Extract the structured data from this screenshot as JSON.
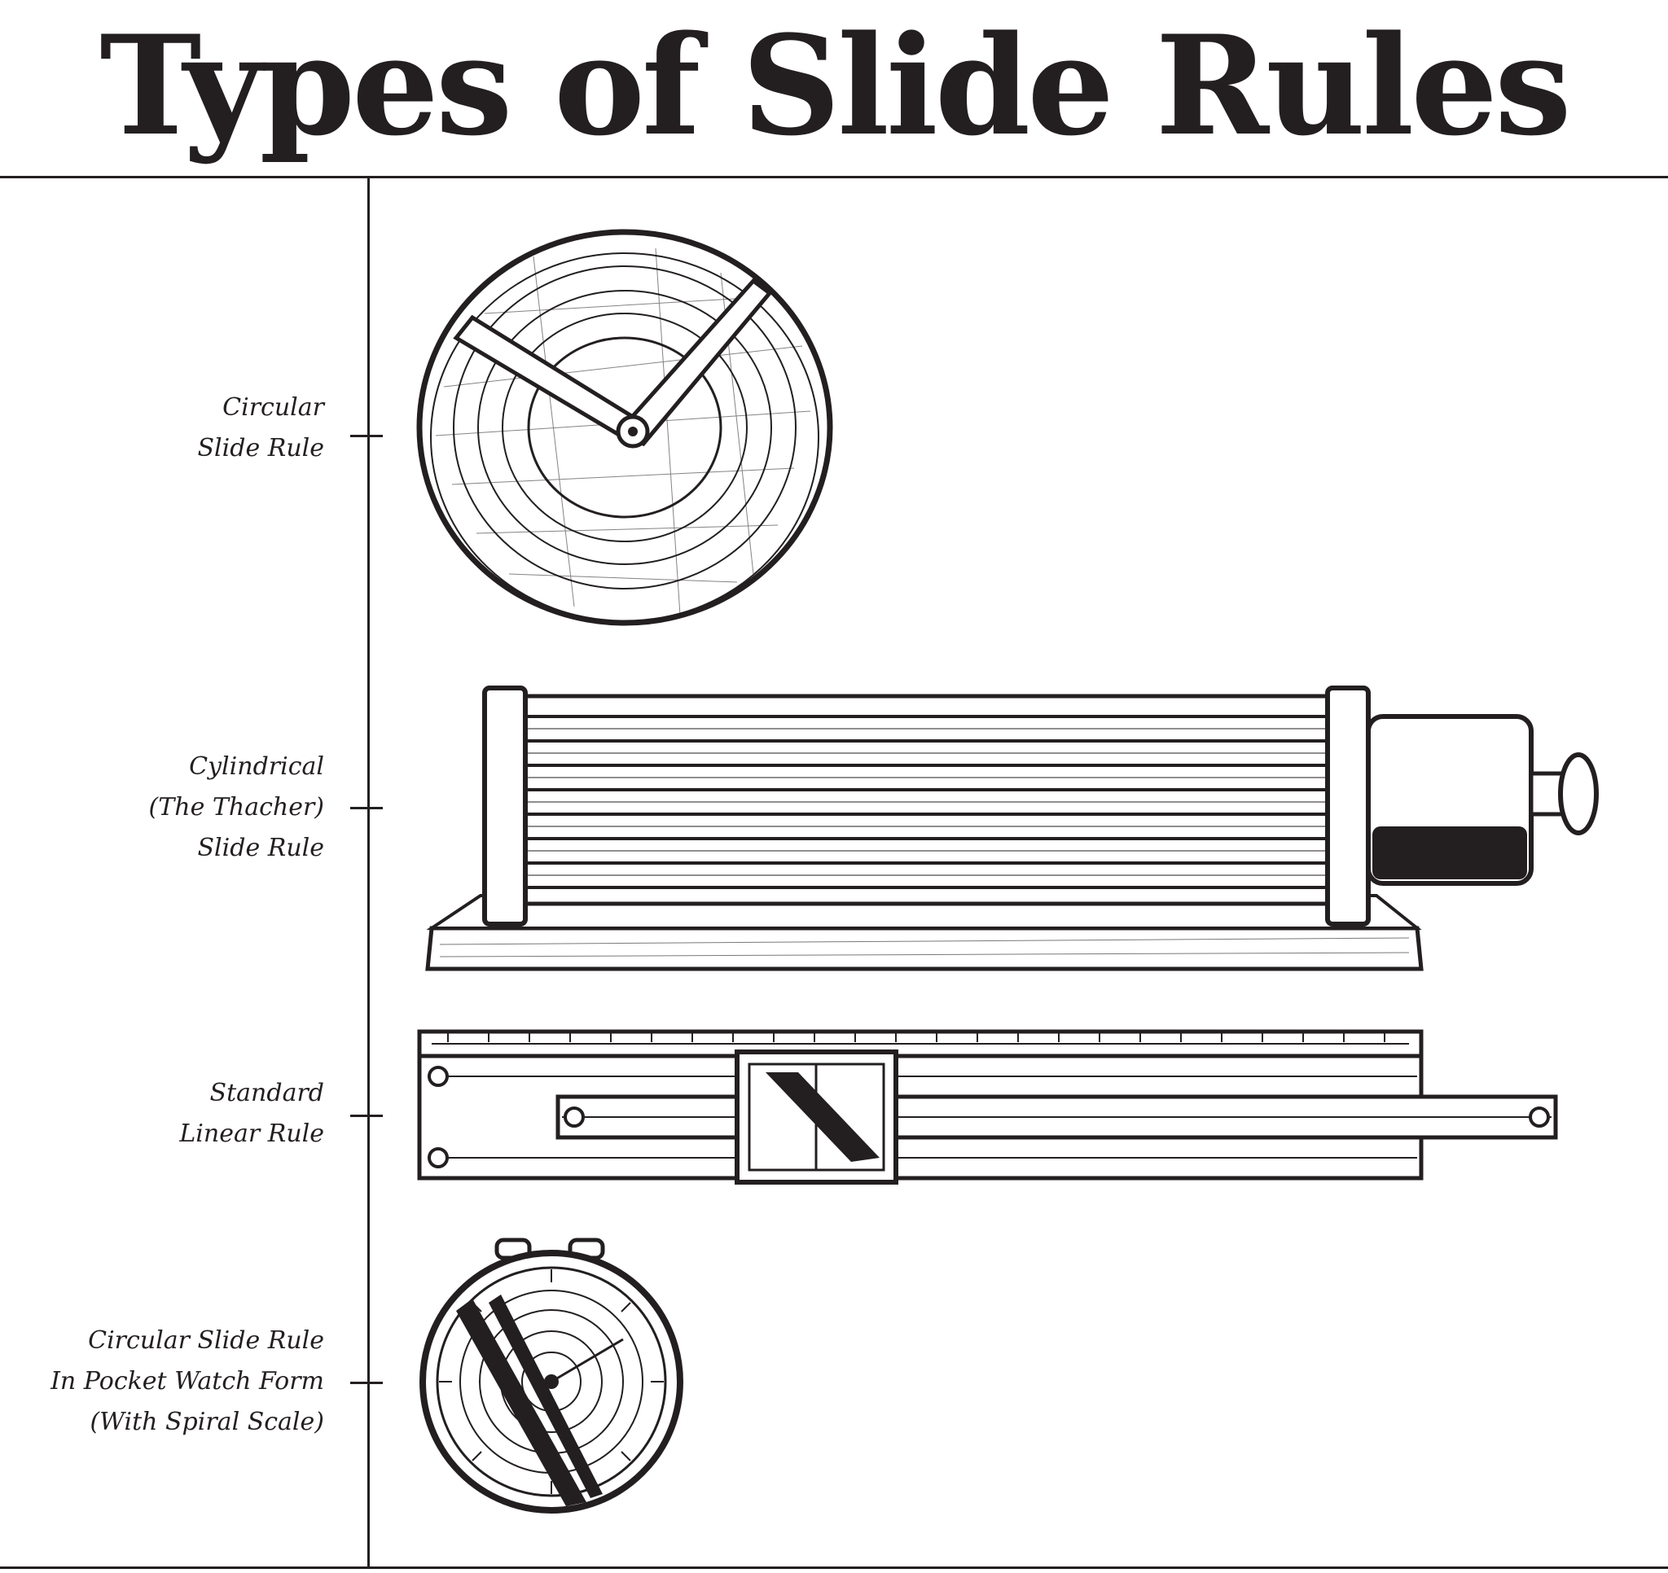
{
  "title": "Types of Slide Rules",
  "items": [
    {
      "label_lines": [
        "Circular",
        "Slide Rule"
      ]
    },
    {
      "label_lines": [
        "Cylindrical",
        "(The Thacher)",
        "Slide Rule"
      ]
    },
    {
      "label_lines": [
        "Standard",
        "Linear Rule"
      ]
    },
    {
      "label_lines": [
        "Circular Slide Rule",
        "In Pocket Watch Form",
        "(With Spiral Scale)"
      ]
    }
  ],
  "colors": {
    "ink": "#231f20",
    "paper": "#ffffff"
  }
}
